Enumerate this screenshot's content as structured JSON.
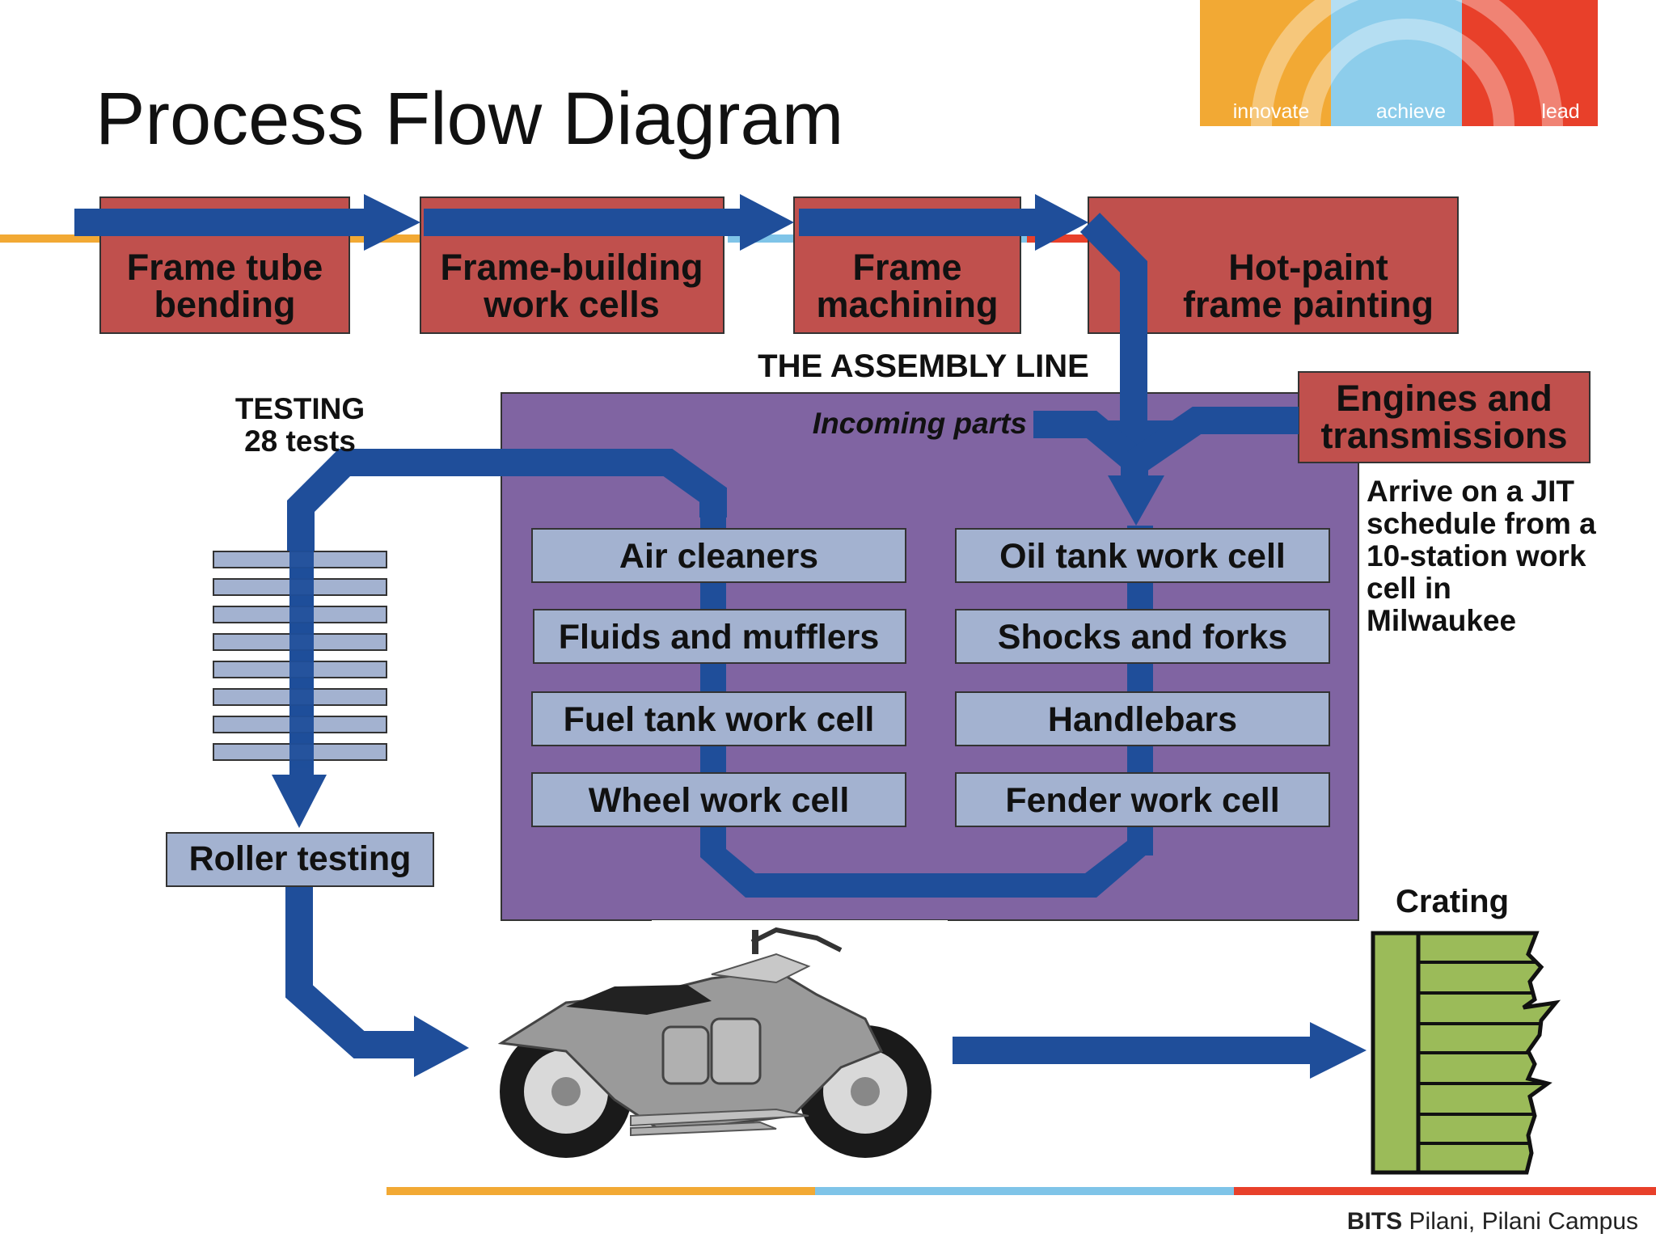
{
  "title": "Process Flow Diagram",
  "logo": {
    "words": [
      "innovate",
      "achieve",
      "lead"
    ]
  },
  "steps": [
    {
      "line1": "Frame tube",
      "line2": "bending"
    },
    {
      "line1": "Frame-building",
      "line2": "work cells"
    },
    {
      "line1": "Frame",
      "line2": "machining"
    },
    {
      "line1": "Hot-paint",
      "line2": "frame painting"
    }
  ],
  "assembly_line_label": "THE ASSEMBLY LINE",
  "incoming_parts_label": "Incoming parts",
  "engines": {
    "line1": "Engines and",
    "line2": "transmissions"
  },
  "jit_note": [
    "Arrive on a JIT",
    "schedule from a",
    "10-station work",
    "cell in",
    "Milwaukee"
  ],
  "testing": {
    "line1": "TESTING",
    "line2": "28 tests"
  },
  "work_cells_left": [
    "Air cleaners",
    "Fluids and mufflers",
    "Fuel tank work cell",
    "Wheel work cell"
  ],
  "work_cells_right": [
    "Oil tank work cell",
    "Shocks and forks",
    "Handlebars",
    "Fender work cell"
  ],
  "roller_testing": "Roller testing",
  "crating": "Crating",
  "footer": {
    "bold": "BITS",
    "rest": " Pilani, Pilani Campus"
  },
  "colors": {
    "red_box": "#C0504D",
    "purple_panel": "#8064A2",
    "cell_box": "#A3B2D0",
    "arrow": "#1F4E9A",
    "crate": "#9BBB59",
    "orange": "#F2A934",
    "light_blue": "#7FC4E8",
    "red": "#E8402A"
  }
}
